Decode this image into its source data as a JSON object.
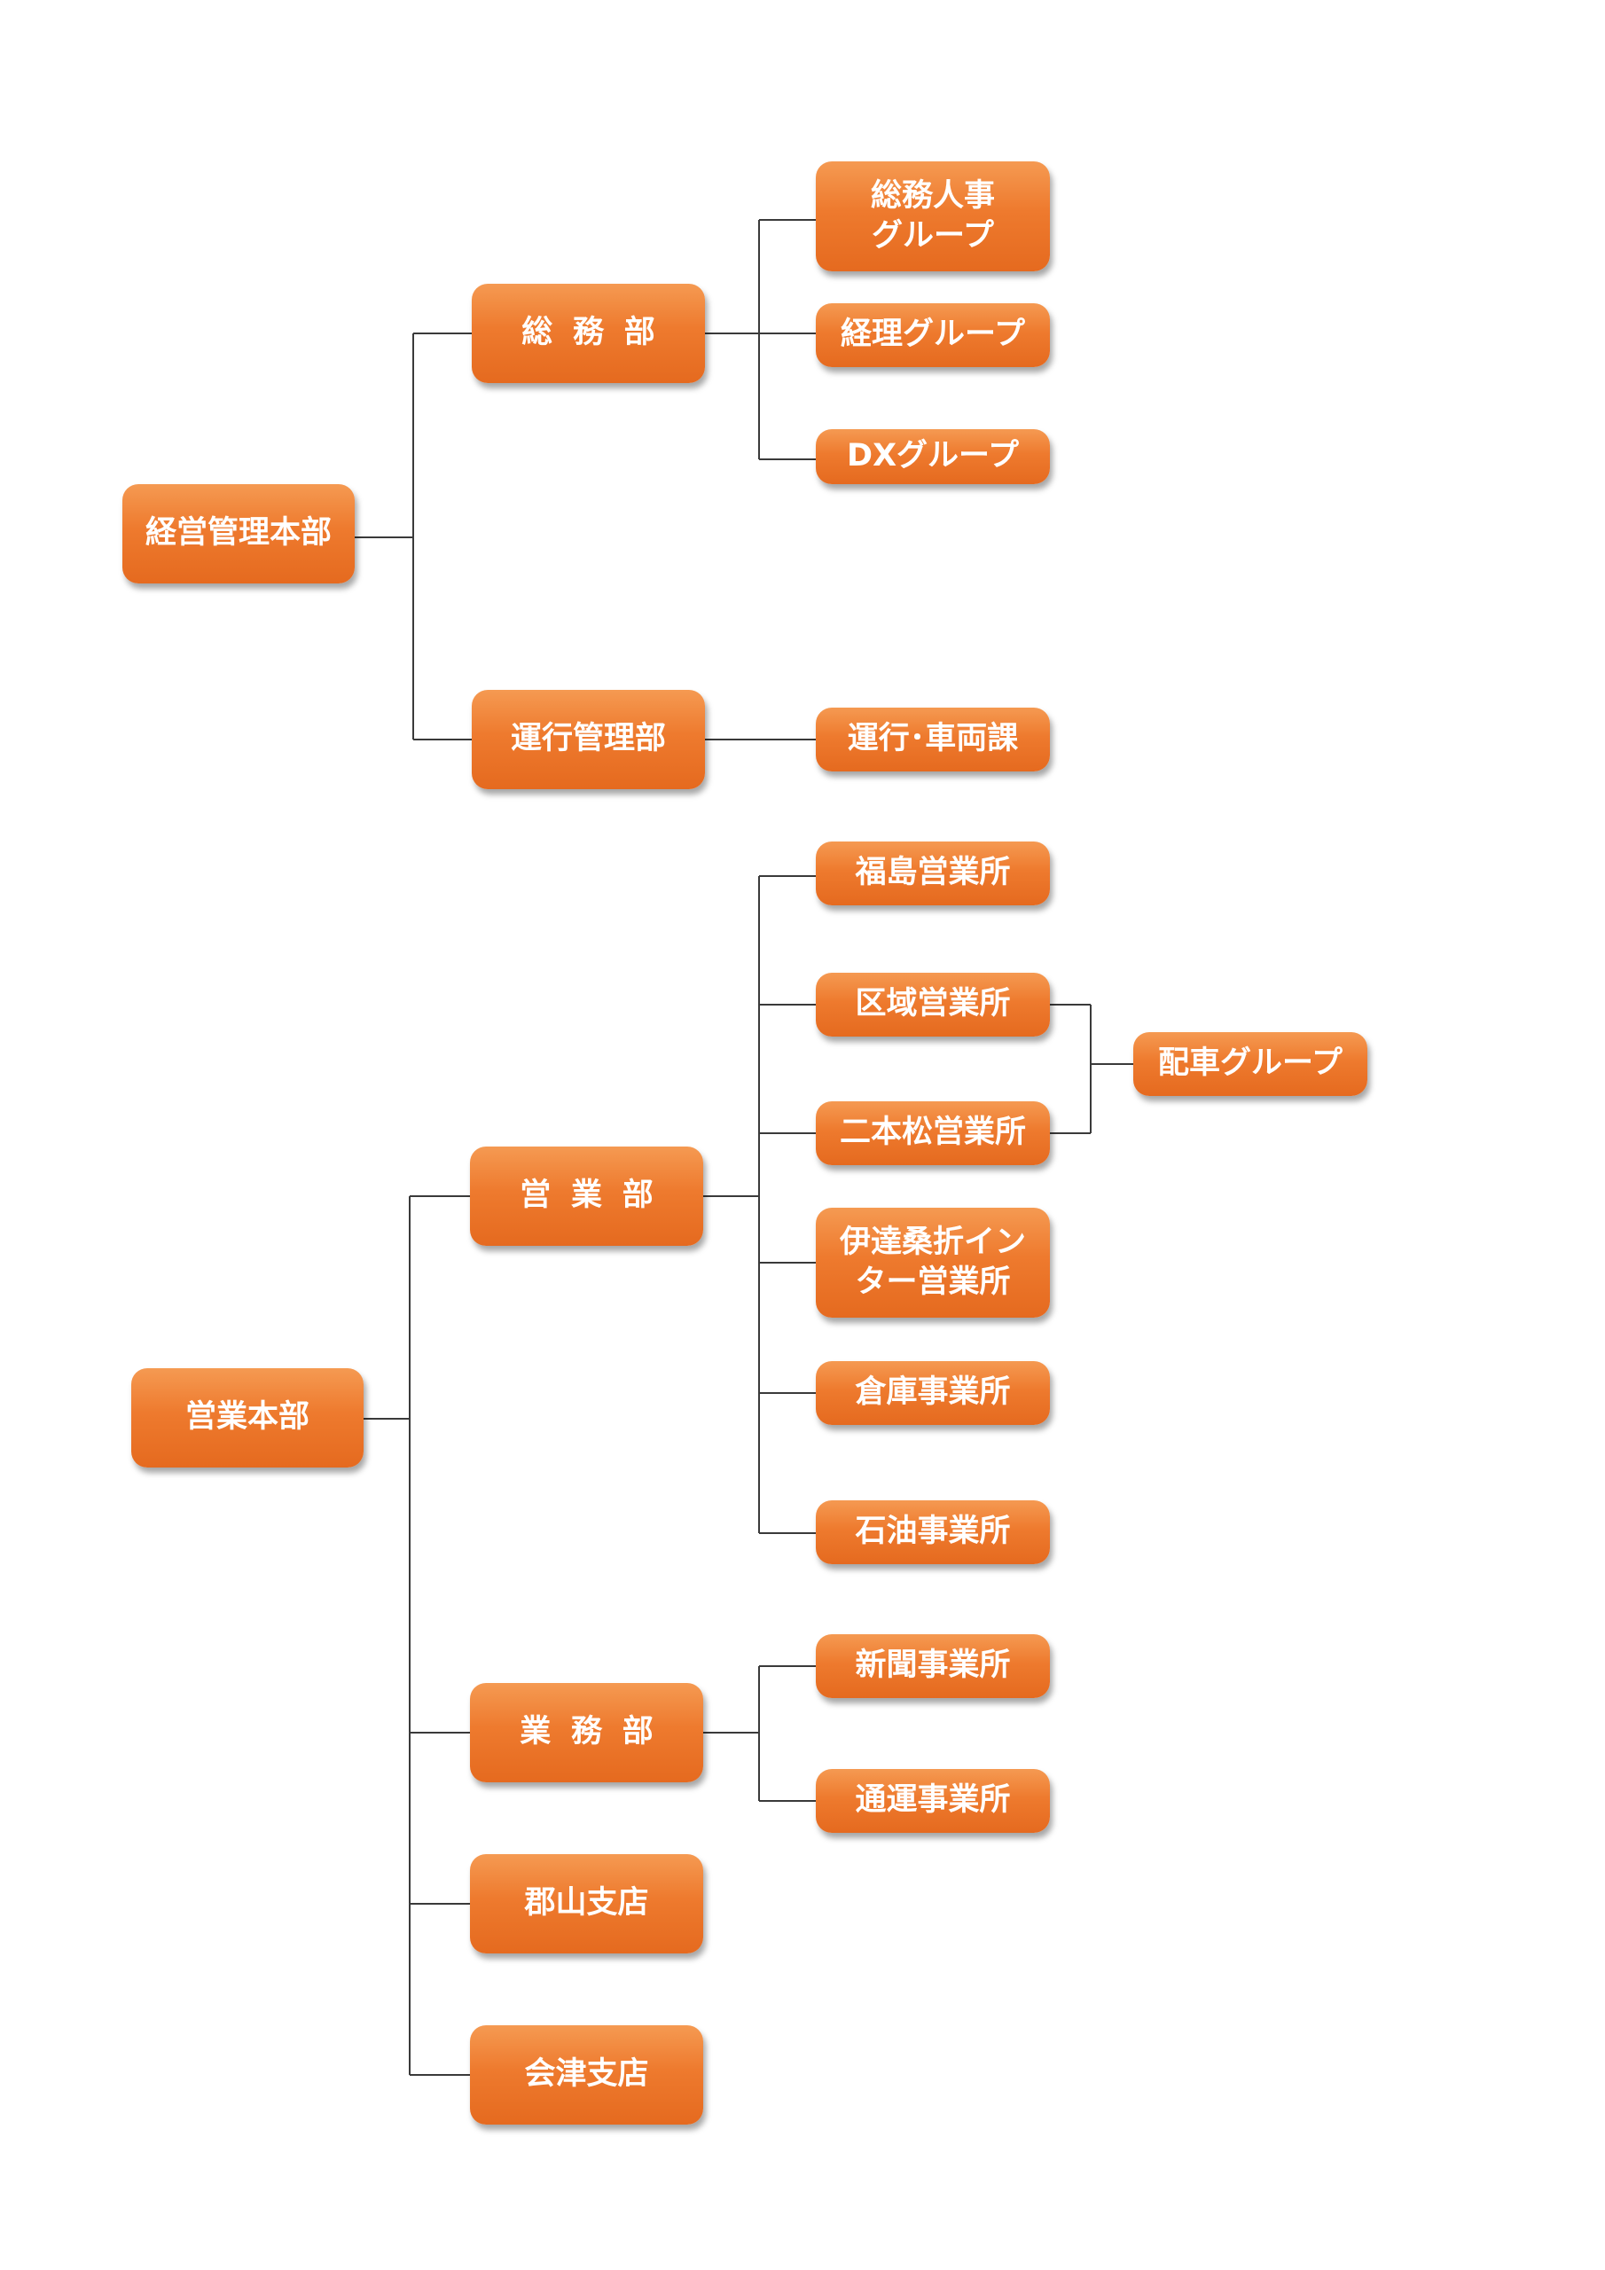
{
  "nodes": {
    "keiei_kanri_honbu": "経営管理本部",
    "somubu": "総務部",
    "somu_jinji_group": "総務人事\nグループ",
    "keiri_group": "経理グループ",
    "dx_group": "DXグループ",
    "unko_kanribu": "運行管理部",
    "unko_sharyoka": "運行･車両課",
    "eigyo_honbu": "営業本部",
    "eigyobu": "営業部",
    "fukushima": "福島営業所",
    "kuiki": "区域営業所",
    "nihonmatsu": "二本松営業所",
    "haisha_group": "配車グループ",
    "date_kori": "伊達桑折イン\nター営業所",
    "soko": "倉庫事業所",
    "sekiyu": "石油事業所",
    "gyomubu": "業務部",
    "shinbun": "新聞事業所",
    "tsuun": "通運事業所",
    "koriyama": "郡山支店",
    "aizu": "会津支店"
  },
  "colors": {
    "node_top": "#f59a52",
    "node_bottom": "#e56a1f",
    "node_text": "#ffffff",
    "connector": "#3a3a3a"
  }
}
